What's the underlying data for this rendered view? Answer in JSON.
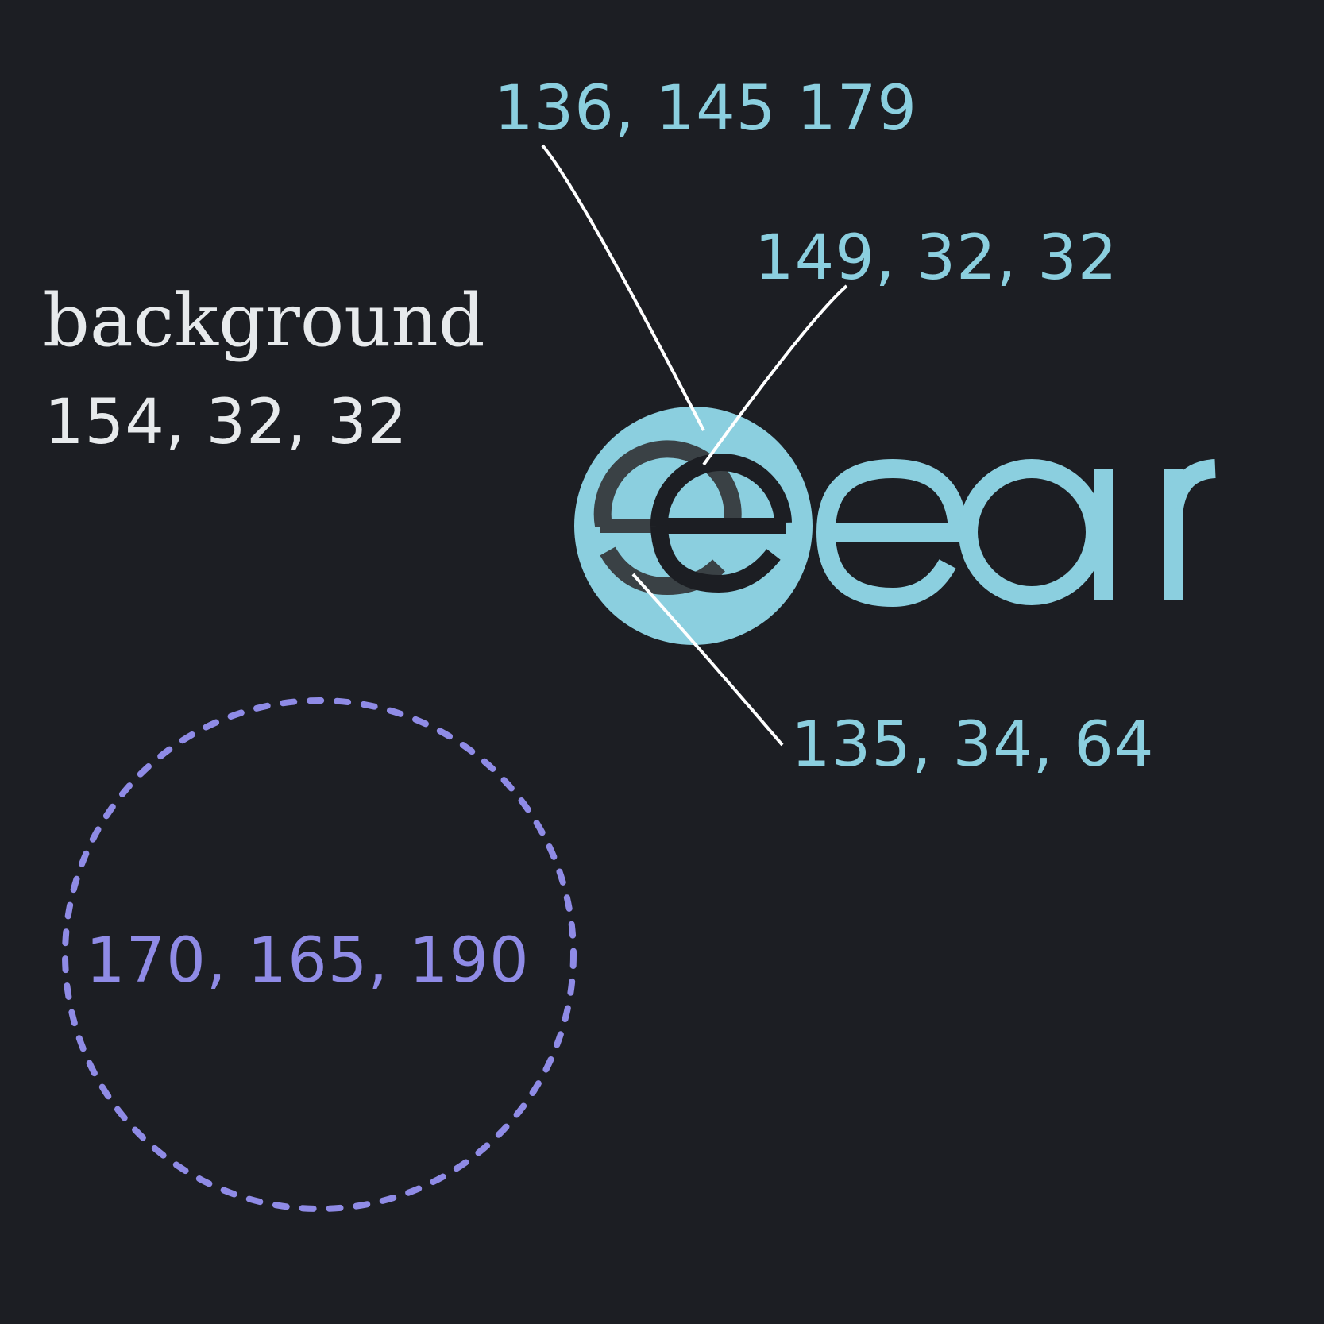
{
  "background_label": {
    "title": "background",
    "rgb": "154,  32,  32"
  },
  "callouts": {
    "top": "136,  145  179",
    "upper_right": "149,  32,  32",
    "lower_right": "135,  34,  64",
    "circle": "170,  165,  190"
  },
  "logo": {
    "wordmark": "ear"
  },
  "colors": {
    "background": "#1c1e23",
    "teal": "#8bcfdf",
    "violet": "#8f8be6",
    "light": "#e7eaec",
    "dark_overlay": "#3a4145",
    "logo_e_stroke": "#1c1e23"
  }
}
